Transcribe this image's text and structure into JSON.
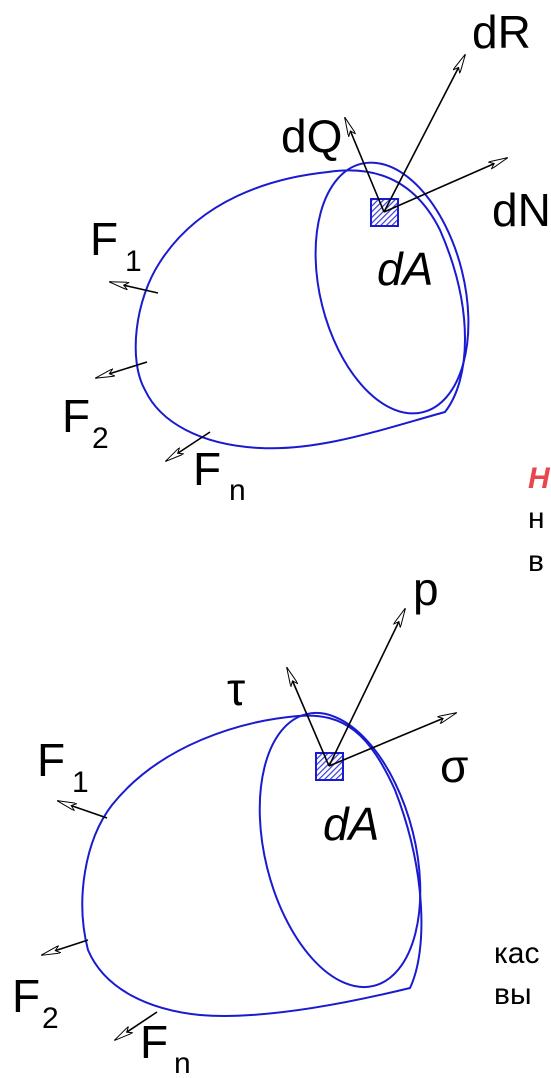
{
  "top_diagram": {
    "label_dR": "dR",
    "label_dQ": "dQ",
    "label_dN": "dN",
    "label_dA": "dA",
    "label_F": "F",
    "sub_1": "1",
    "sub_2": "2",
    "sub_n": "n"
  },
  "bottom_diagram": {
    "label_p": "p",
    "label_tau": "τ",
    "label_sigma": "σ",
    "label_dA": "dA",
    "label_F": "F",
    "sub_1": "1",
    "sub_2": "2",
    "sub_n": "n"
  },
  "side_text": {
    "red_fragment": "Н",
    "line1": "н",
    "line2": "в",
    "line3": "кас",
    "line4": "вы"
  },
  "colors": {
    "outline": "#1a1ad0",
    "element_fill": "#3a3ad8",
    "highlight": "#e8454d"
  }
}
